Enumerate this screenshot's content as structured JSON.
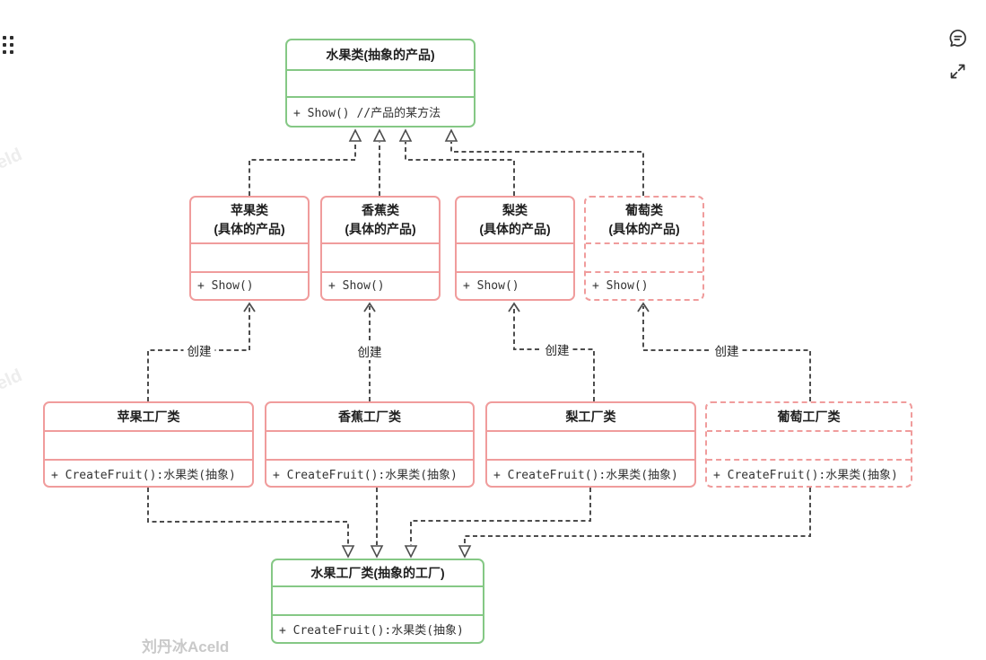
{
  "diagram": {
    "type": "uml-class-diagram",
    "abstract_product": {
      "title": "水果类(抽象的产品)",
      "method": "+ Show() //产品的某方法"
    },
    "products": [
      {
        "title": "苹果类",
        "subtitle": "(具体的产品)",
        "method": "+ Show()",
        "style": "solid"
      },
      {
        "title": "香蕉类",
        "subtitle": "(具体的产品)",
        "method": "+ Show()",
        "style": "solid"
      },
      {
        "title": "梨类",
        "subtitle": "(具体的产品)",
        "method": "+ Show()",
        "style": "solid"
      },
      {
        "title": "葡萄类",
        "subtitle": "(具体的产品)",
        "method": "+ Show()",
        "style": "dashed"
      }
    ],
    "factories": [
      {
        "title": "苹果工厂类",
        "method": "+ CreateFruit():水果类(抽象)",
        "style": "solid"
      },
      {
        "title": "香蕉工厂类",
        "method": "+ CreateFruit():水果类(抽象)",
        "style": "solid"
      },
      {
        "title": "梨工厂类",
        "method": "+ CreateFruit():水果类(抽象)",
        "style": "solid"
      },
      {
        "title": "葡萄工厂类",
        "method": "+ CreateFruit():水果类(抽象)",
        "style": "dashed"
      }
    ],
    "abstract_factory": {
      "title": "水果工厂类(抽象的工厂)",
      "method": "+ CreateFruit():水果类(抽象)"
    },
    "edge_labels": [
      "创建",
      "创建",
      "创建",
      "创建"
    ],
    "colors": {
      "abstract_border": "#85c885",
      "concrete_border": "#f09c9c",
      "connector": "#4d4d4d",
      "title_text": "#1f1f1f",
      "method_text": "#333333",
      "watermark": "#c9c9c9",
      "edge_watermark": "#ededed"
    }
  },
  "header_icons": {
    "drag": "drag-dots-icon",
    "comment": "speech-bubble-icon",
    "expand": "expand-arrows-icon"
  },
  "watermarks": {
    "center": "刘丹冰Aceld",
    "edge_top": "eld",
    "edge_bottom": "eld"
  }
}
